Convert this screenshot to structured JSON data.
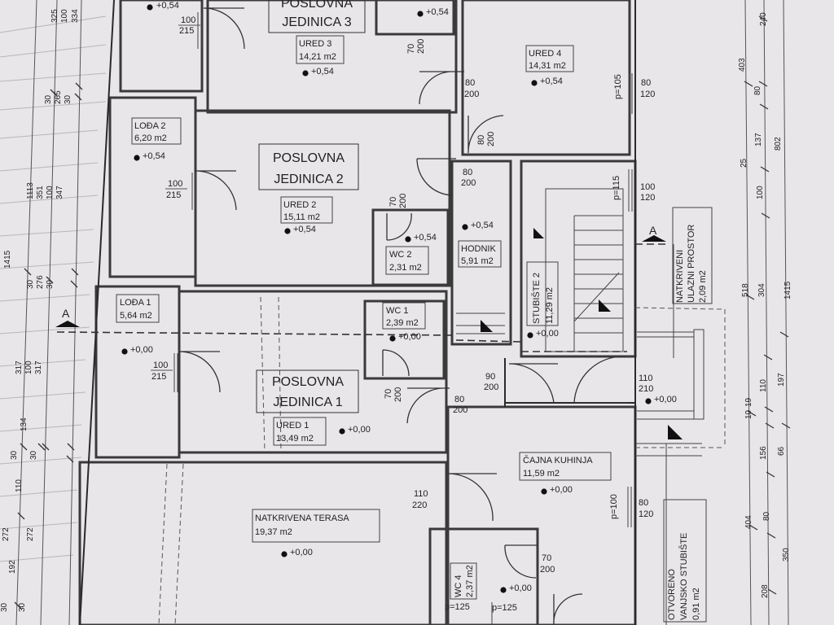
{
  "units": [
    {
      "id": "u3",
      "line1": "POSLOVNA",
      "line2": "JEDINICA 3"
    },
    {
      "id": "u2",
      "line1": "POSLOVNA",
      "line2": "JEDINICA 2"
    },
    {
      "id": "u1",
      "line1": "POSLOVNA",
      "line2": "JEDINICA 1"
    }
  ],
  "rooms": [
    {
      "id": "ured3",
      "name": "URED 3",
      "area": "14,21 m2"
    },
    {
      "id": "ured4",
      "name": "URED 4",
      "area": "14,31 m2"
    },
    {
      "id": "loda2",
      "name": "LOĐA 2",
      "area": "6,20 m2"
    },
    {
      "id": "ured2",
      "name": "URED 2",
      "area": "15,11 m2"
    },
    {
      "id": "wc2",
      "name": "WC 2",
      "area": "2,31 m2"
    },
    {
      "id": "hodnik",
      "name": "HODNIK",
      "area": "5,91 m2"
    },
    {
      "id": "stubiste2",
      "name": "STUBIŠTE 2",
      "area": "11,29 m2"
    },
    {
      "id": "loda1",
      "name": "LOĐA 1",
      "area": "5,64 m2"
    },
    {
      "id": "wc1",
      "name": "WC 1",
      "area": "2,39 m2"
    },
    {
      "id": "ured1",
      "name": "URED 1",
      "area": "13,49 m2"
    },
    {
      "id": "cajna",
      "name": "ČAJNA KUHINJA",
      "area": "11,59 m2"
    },
    {
      "id": "terasa",
      "name": "NATKRIVENA TERASA",
      "area": "19,37 m2"
    },
    {
      "id": "wc4",
      "name": "WC 4",
      "area": "2,37 m2"
    }
  ],
  "side_labels": [
    {
      "id": "ulaz",
      "lines": [
        "NATKRIVENI",
        "ULAZNI PROSTOR",
        "2,09 m2"
      ]
    },
    {
      "id": "vanjsko",
      "lines": [
        "OTVORENO",
        "VANJSKO STUBIŠTE",
        "0,91 m2"
      ]
    }
  ],
  "elevations": [
    "+0,54",
    "+0,54",
    "+0,54",
    "+0,54",
    "+0,54",
    "+0,54",
    "+0,54",
    "+0,00",
    "+0,00",
    "+0,00",
    "+0,00",
    "+0,00",
    "+0,00",
    "+0,00",
    "+0,00"
  ],
  "door_dims": [
    {
      "w": "100",
      "h": "215"
    },
    {
      "w": "70",
      "h": "200"
    },
    {
      "w": "80",
      "h": "200"
    },
    {
      "w": "80",
      "h": "120"
    },
    {
      "w": "80",
      "h": "200"
    },
    {
      "w": "100",
      "h": "215"
    },
    {
      "w": "80",
      "h": "200"
    },
    {
      "w": "70",
      "h": "200"
    },
    {
      "w": "100",
      "h": "120"
    },
    {
      "w": "100",
      "h": "215"
    },
    {
      "w": "70",
      "h": "200"
    },
    {
      "w": "80",
      "h": "200"
    },
    {
      "w": "90",
      "h": "200"
    },
    {
      "w": "110",
      "h": "210"
    },
    {
      "w": "110",
      "h": "220"
    },
    {
      "w": "80",
      "h": "120"
    },
    {
      "w": "70",
      "h": "200"
    }
  ],
  "parapet_labels": [
    "p=105",
    "p=115",
    "p=100",
    "p=125",
    "p=125"
  ],
  "section_marks": [
    "A",
    "A"
  ],
  "dims_right_outer": [
    "240",
    "403",
    "80",
    "137",
    "802",
    "25",
    "100",
    "518",
    "304",
    "1415",
    "110",
    "197",
    "10",
    "19",
    "156",
    "66",
    "404",
    "80",
    "350",
    "208"
  ],
  "dims_left": [
    "325",
    "100",
    "334",
    "30",
    "265",
    "30",
    "1113",
    "351",
    "100",
    "347",
    "1415",
    "30",
    "276",
    "30",
    "317",
    "100",
    "317",
    "134",
    "30",
    "30",
    "110",
    "272",
    "272",
    "192",
    "30",
    "30"
  ]
}
